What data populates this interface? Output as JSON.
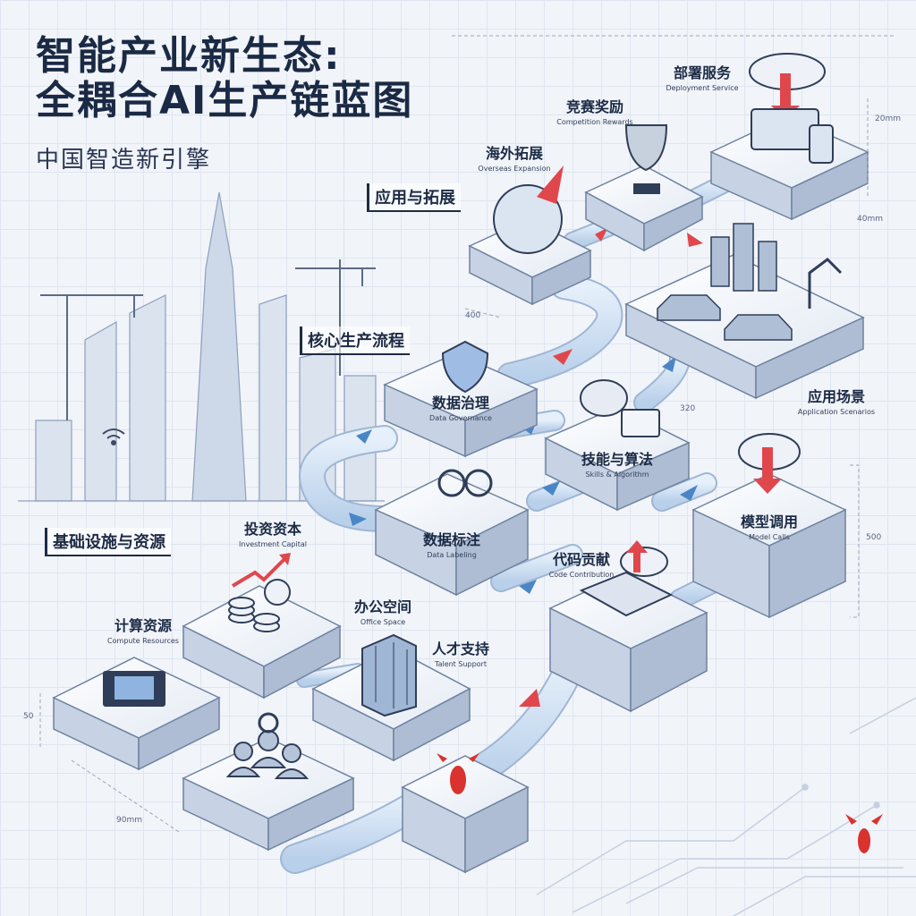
{
  "title": {
    "line1": "智能产业新生态:",
    "line2": "全耦合AI生产链蓝图",
    "subtitle": "中国智造新引擎"
  },
  "sections": {
    "infrastructure": "基础设施与资源",
    "core": "核心生产流程",
    "application": "应用与拓展"
  },
  "nodes": {
    "compute": {
      "zh": "计算资源",
      "en": "Compute Resources"
    },
    "investment": {
      "zh": "投资资本",
      "en": "Investment Capital"
    },
    "office": {
      "zh": "办公空间",
      "en": "Office Space"
    },
    "talent": {
      "zh": "人才支持",
      "en": "Talent Support"
    },
    "data_gov": {
      "zh": "数据治理",
      "en": "Data Governance"
    },
    "data_label": {
      "zh": "数据标注",
      "en": "Data Labeling"
    },
    "skills": {
      "zh": "技能与算法",
      "en": "Skills & Algorithm"
    },
    "code": {
      "zh": "代码贡献",
      "en": "Code Contribution"
    },
    "model": {
      "zh": "模型调用",
      "en": "Model Calls"
    },
    "overseas": {
      "zh": "海外拓展",
      "en": "Overseas Expansion"
    },
    "competition": {
      "zh": "竞赛奖励",
      "en": "Competition Rewards"
    },
    "deploy": {
      "zh": "部署服务",
      "en": "Deployment Service"
    },
    "scenarios": {
      "zh": "应用场景",
      "en": "Application Scenarios"
    }
  },
  "dimensions": {
    "d400": "400",
    "d320": "320",
    "d500": "500",
    "d50": "50",
    "d90mm": "90mm",
    "d20mm": "20mm",
    "d40mm": "40mm"
  },
  "colors": {
    "ink": "#1b2a44",
    "platform_top": "#f4f7fb",
    "platform_side": "#b9c6d9",
    "pipe": "#cfe0f2",
    "arrow_red": "#e0474c",
    "arrow_blue": "#4a86c6"
  }
}
